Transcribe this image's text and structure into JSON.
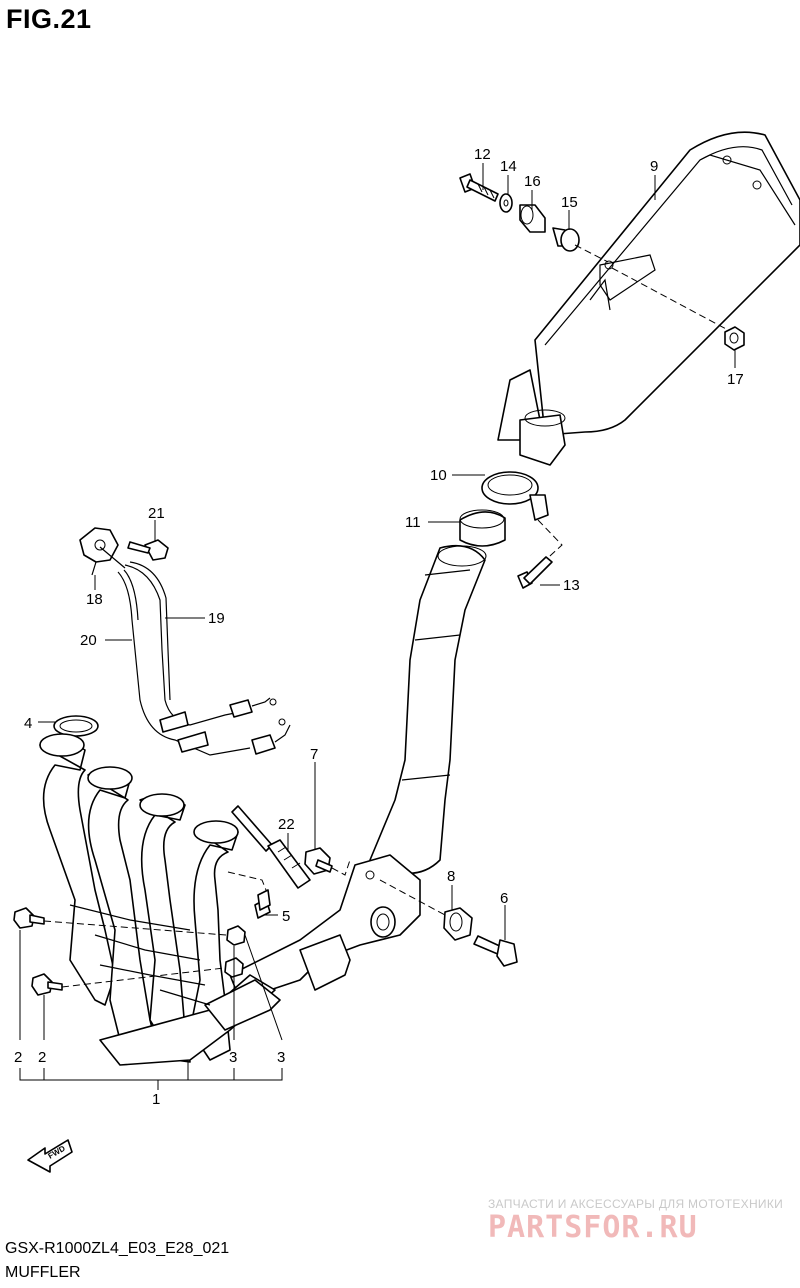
{
  "header": {
    "figure": "FIG.21"
  },
  "footer": {
    "model_code": "GSX-R1000ZL4_E03_E28_021",
    "section": "MUFFLER"
  },
  "fwd_arrow": {
    "label": "FWD"
  },
  "watermark": {
    "line1": "ЗАПЧАСТИ И АКСЕССУАРЫ ДЛЯ МОТОТЕХНИКИ",
    "logo": "PARTSFOR.RU"
  },
  "callouts": {
    "c1": "1",
    "c2a": "2",
    "c2b": "2",
    "c3a": "3",
    "c3b": "3",
    "c4": "4",
    "c5": "5",
    "c6": "6",
    "c7": "7",
    "c8": "8",
    "c9": "9",
    "c10": "10",
    "c11": "11",
    "c12": "12",
    "c13": "13",
    "c14": "14",
    "c15": "15",
    "c16": "16",
    "c17": "17",
    "c18": "18",
    "c19": "19",
    "c20": "20",
    "c21": "21",
    "c22": "22"
  }
}
